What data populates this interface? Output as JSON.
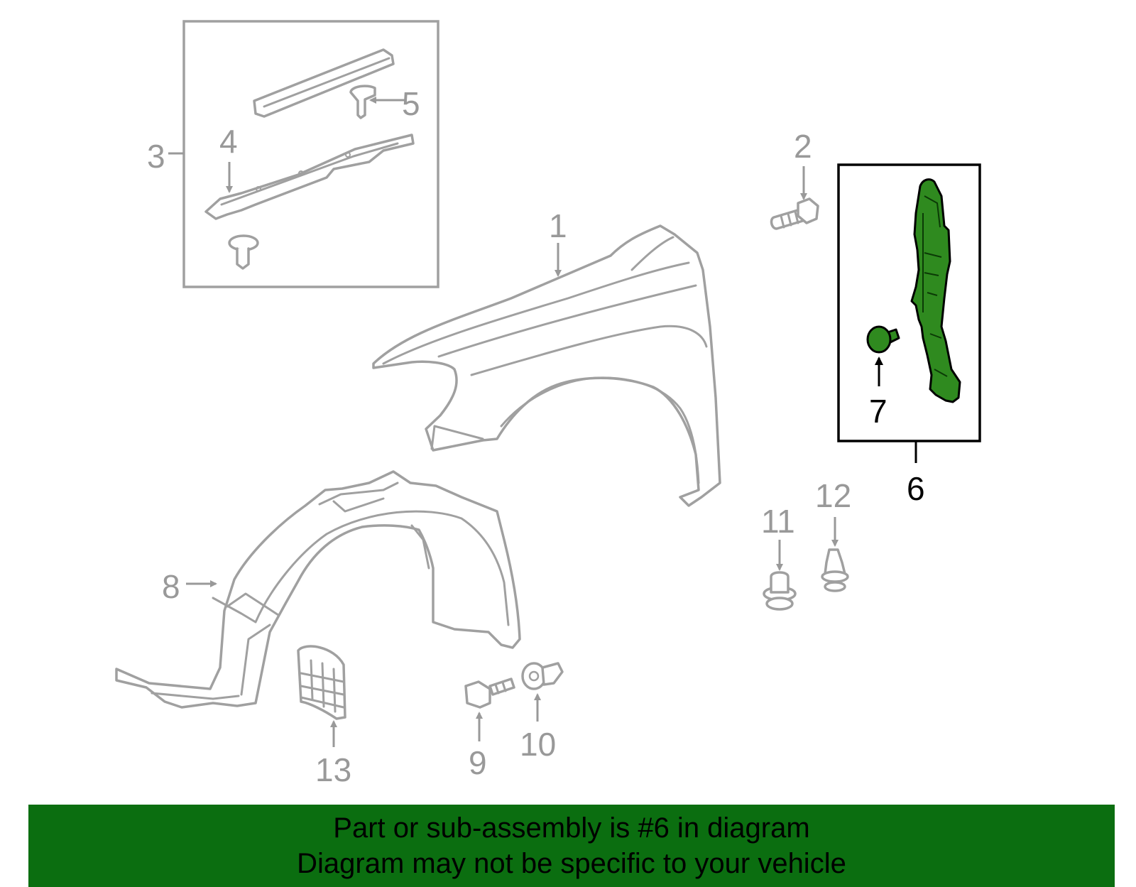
{
  "callouts": {
    "c1": "1",
    "c2": "2",
    "c3": "3",
    "c4": "4",
    "c5": "5",
    "c6": "6",
    "c7": "7",
    "c8": "8",
    "c9": "9",
    "c10": "10",
    "c11": "11",
    "c12": "12",
    "c13": "13"
  },
  "banner": {
    "line1": "Part or sub-assembly is #6 in diagram",
    "line2": "Diagram may not be specific to your vehicle"
  },
  "colors": {
    "highlight_part": "#2f8a1f",
    "banner_background": "#0b6e10",
    "dim_line": "#a0a0a0"
  }
}
